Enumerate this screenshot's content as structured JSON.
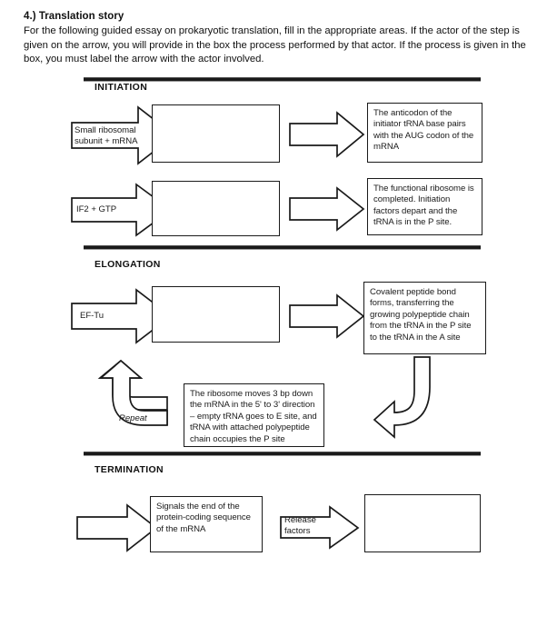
{
  "header": {
    "title": "4.) Translation story",
    "body": "For the following guided essay on prokaryotic translation, fill in the appropriate areas. If the actor of the step is given on the arrow, you will provide in the box the process performed by that actor. If the process is given in the box, you must label the arrow with the actor involved."
  },
  "sections": [
    {
      "label": "INITIATION"
    },
    {
      "label": "ELONGATION"
    },
    {
      "label": "TERMINATION"
    }
  ],
  "initiation": {
    "row1": {
      "arrow_label": "Small ribosomal subunit + mRNA",
      "answer_box": "",
      "result_box": "The anticodon of the initiator tRNA base pairs with the AUG codon of the mRNA"
    },
    "row2": {
      "arrow_label": "IF2 + GTP",
      "answer_box": "",
      "result_box": "The functional ribosome is completed. Initiation factors depart and the tRNA is in the P site."
    }
  },
  "elongation": {
    "row1": {
      "arrow_label": "EF-Tu",
      "answer_box": "",
      "result_box": "Covalent peptide bond forms, transferring the growing polypeptide chain from the tRNA in the P site to the tRNA in the A site"
    },
    "loop": {
      "repeat_label": "Repeat",
      "middle_box": "The ribosome moves 3 bp down the mRNA in the 5' to 3' direction – empty tRNA goes to E site, and tRNA with attached polypeptide chain occupies the P site"
    }
  },
  "termination": {
    "row1": {
      "arrow_label": "",
      "first_box": "Signals the end of the protein-coding sequence of the mRNA",
      "arrow_label_2": "Release factors",
      "answer_box": ""
    }
  },
  "colors": {
    "ink": "#1a1a1a",
    "paper": "#ffffff"
  }
}
